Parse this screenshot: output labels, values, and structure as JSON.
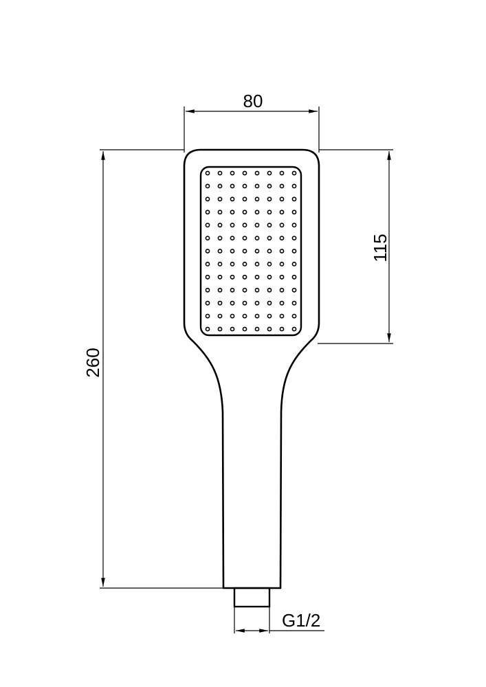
{
  "drawing": {
    "subject": "hand shower head technical drawing",
    "line_color": "#000000",
    "background": "#ffffff"
  },
  "dimensions": {
    "width_label": "80",
    "head_length_label": "115",
    "total_length_label": "260",
    "thread_label": "G1/2"
  },
  "nozzles": {
    "columns": 8,
    "rows": 13
  }
}
